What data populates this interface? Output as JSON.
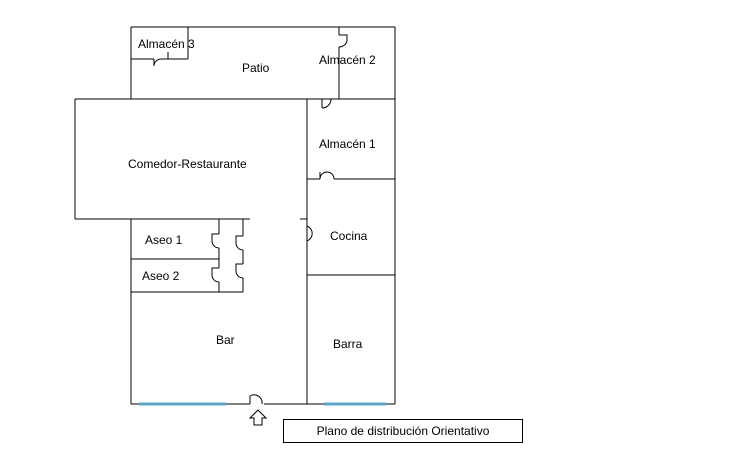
{
  "rooms": {
    "almacen3": "Almacén 3",
    "patio": "Patio",
    "almacen2": "Almacén 2",
    "almacen1": "Almacén 1",
    "comedor": "Comedor-Restaurante",
    "cocina": "Cocina",
    "aseo1": "Aseo 1",
    "aseo2": "Aseo 2",
    "bar": "Bar",
    "barra": "Barra"
  },
  "caption": "Plano de distribución Orientativo",
  "icons": {
    "entrance": "entrance-arrow-icon"
  },
  "colors": {
    "window": "#5aa6c9"
  }
}
